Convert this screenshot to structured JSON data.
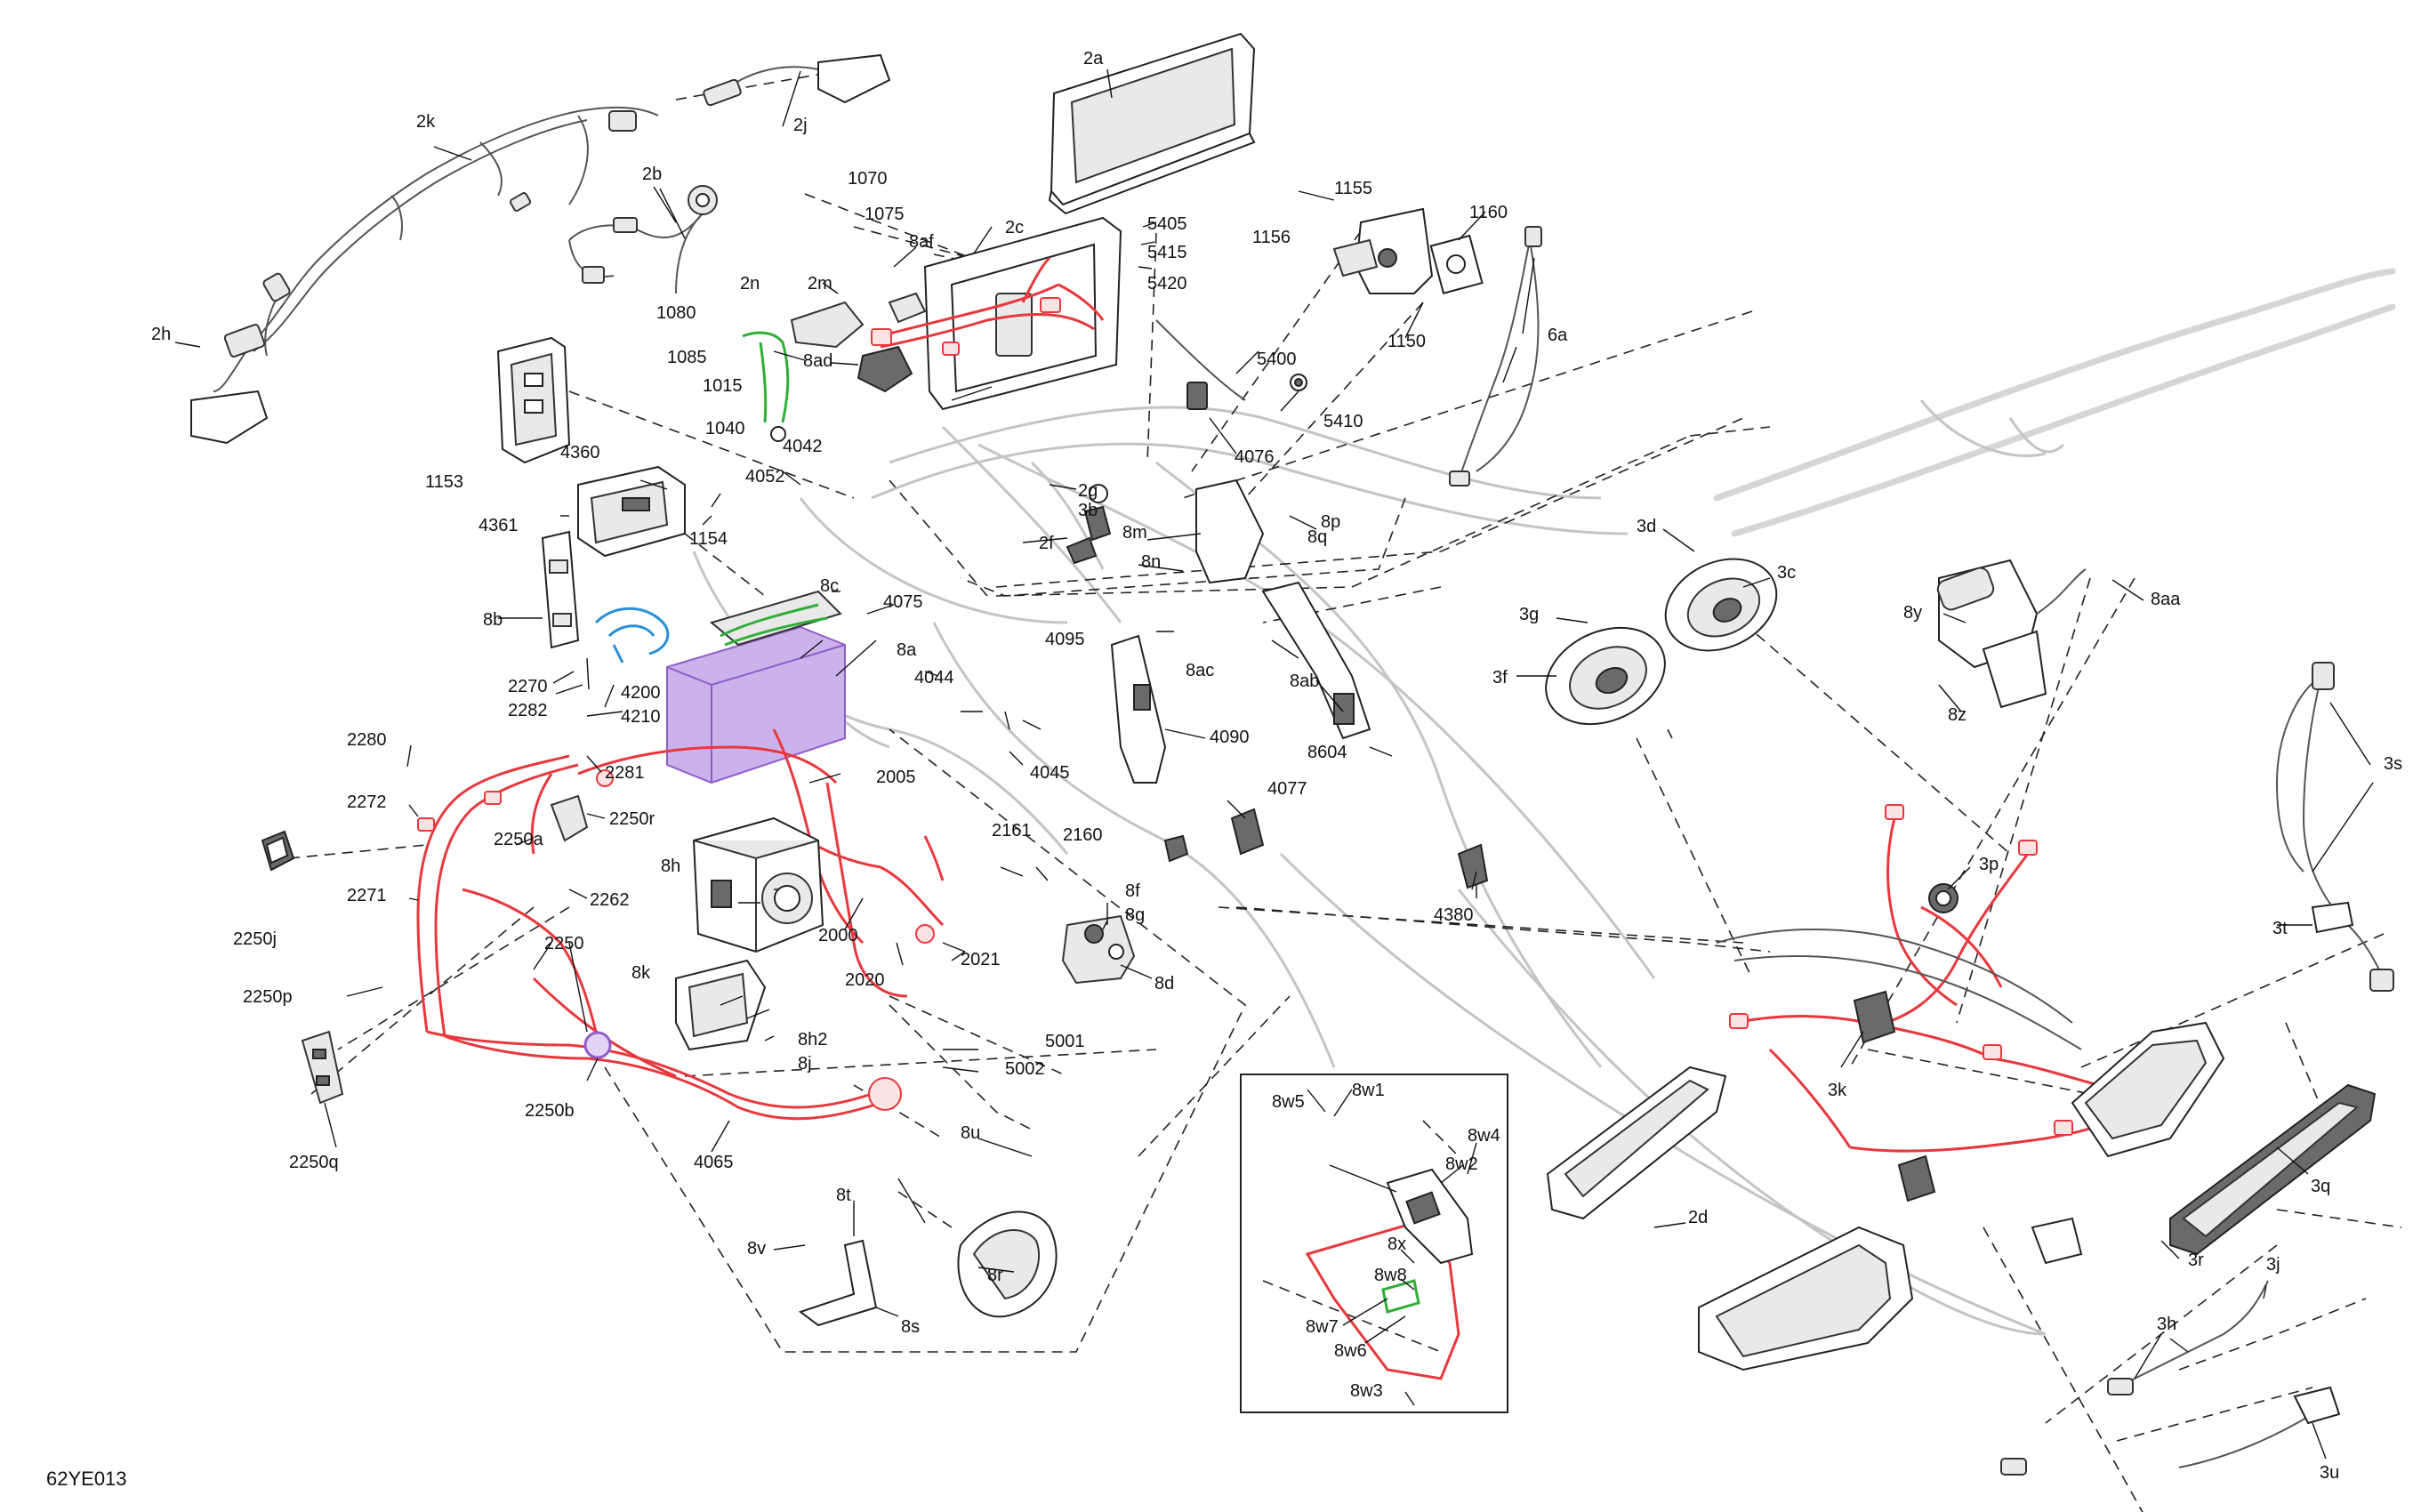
{
  "diagram": {
    "code": "62YE013",
    "labels": [
      {
        "id": "2a",
        "text": "2a"
      },
      {
        "id": "2k",
        "text": "2k"
      },
      {
        "id": "2j",
        "text": "2j"
      },
      {
        "id": "2b",
        "text": "2b"
      },
      {
        "id": "2h",
        "text": "2h"
      },
      {
        "id": "2n",
        "text": "2n"
      },
      {
        "id": "2m",
        "text": "2m"
      },
      {
        "id": "1070",
        "text": "1070"
      },
      {
        "id": "1075",
        "text": "1075"
      },
      {
        "id": "2c",
        "text": "2c"
      },
      {
        "id": "8af",
        "text": "8af"
      },
      {
        "id": "1080",
        "text": "1080"
      },
      {
        "id": "1085",
        "text": "1085"
      },
      {
        "id": "1015",
        "text": "1015"
      },
      {
        "id": "8ad",
        "text": "8ad"
      },
      {
        "id": "1040",
        "text": "1040"
      },
      {
        "id": "4042",
        "text": "4042"
      },
      {
        "id": "1153",
        "text": "1153"
      },
      {
        "id": "4360",
        "text": "4360"
      },
      {
        "id": "4052",
        "text": "4052"
      },
      {
        "id": "4361",
        "text": "4361"
      },
      {
        "id": "1154",
        "text": "1154"
      },
      {
        "id": "8b",
        "text": "8b"
      },
      {
        "id": "8c",
        "text": "8c"
      },
      {
        "id": "4075",
        "text": "4075"
      },
      {
        "id": "8a",
        "text": "8a"
      },
      {
        "id": "4200",
        "text": "4200"
      },
      {
        "id": "4210",
        "text": "4210"
      },
      {
        "id": "2270",
        "text": "2270"
      },
      {
        "id": "2282",
        "text": "2282"
      },
      {
        "id": "2280",
        "text": "2280"
      },
      {
        "id": "2281",
        "text": "2281"
      },
      {
        "id": "2272",
        "text": "2272"
      },
      {
        "id": "2250r",
        "text": "2250r"
      },
      {
        "id": "2250a",
        "text": "2250a"
      },
      {
        "id": "2250j",
        "text": "2250j"
      },
      {
        "id": "2271",
        "text": "2271"
      },
      {
        "id": "2262",
        "text": "2262"
      },
      {
        "id": "2250",
        "text": "2250"
      },
      {
        "id": "2250p",
        "text": "2250p"
      },
      {
        "id": "2250b",
        "text": "2250b"
      },
      {
        "id": "2250q",
        "text": "2250q"
      },
      {
        "id": "4065",
        "text": "4065"
      },
      {
        "id": "8h",
        "text": "8h"
      },
      {
        "id": "8k",
        "text": "8k"
      },
      {
        "id": "8h2",
        "text": "8h2"
      },
      {
        "id": "8j",
        "text": "8j"
      },
      {
        "id": "2005",
        "text": "2005"
      },
      {
        "id": "2000",
        "text": "2000"
      },
      {
        "id": "2020",
        "text": "2020"
      },
      {
        "id": "2021",
        "text": "2021"
      },
      {
        "id": "2161",
        "text": "2161"
      },
      {
        "id": "2160",
        "text": "2160"
      },
      {
        "id": "8f",
        "text": "8f"
      },
      {
        "id": "8g",
        "text": "8g"
      },
      {
        "id": "8d",
        "text": "8d"
      },
      {
        "id": "5001",
        "text": "5001"
      },
      {
        "id": "5002",
        "text": "5002"
      },
      {
        "id": "8u",
        "text": "8u"
      },
      {
        "id": "8t",
        "text": "8t"
      },
      {
        "id": "8v",
        "text": "8v"
      },
      {
        "id": "8r",
        "text": "8r"
      },
      {
        "id": "8s",
        "text": "8s"
      },
      {
        "id": "4044",
        "text": "4044"
      },
      {
        "id": "4045",
        "text": "4045"
      },
      {
        "id": "4095",
        "text": "4095"
      },
      {
        "id": "4090",
        "text": "4090"
      },
      {
        "id": "4077",
        "text": "4077"
      },
      {
        "id": "2g",
        "text": "2g"
      },
      {
        "id": "3b",
        "text": "3b"
      },
      {
        "id": "2f",
        "text": "2f"
      },
      {
        "id": "8m",
        "text": "8m"
      },
      {
        "id": "8n",
        "text": "8n"
      },
      {
        "id": "8p",
        "text": "8p"
      },
      {
        "id": "8q",
        "text": "8q"
      },
      {
        "id": "8ac",
        "text": "8ac"
      },
      {
        "id": "8ab",
        "text": "8ab"
      },
      {
        "id": "8604",
        "text": "8604"
      },
      {
        "id": "5405",
        "text": "5405"
      },
      {
        "id": "5415",
        "text": "5415"
      },
      {
        "id": "5420",
        "text": "5420"
      },
      {
        "id": "5400",
        "text": "5400"
      },
      {
        "id": "5410",
        "text": "5410"
      },
      {
        "id": "4076",
        "text": "4076"
      },
      {
        "id": "1155",
        "text": "1155"
      },
      {
        "id": "1156",
        "text": "1156"
      },
      {
        "id": "1160",
        "text": "1160"
      },
      {
        "id": "1150",
        "text": "1150"
      },
      {
        "id": "6a",
        "text": "6a"
      },
      {
        "id": "4380",
        "text": "4380"
      },
      {
        "id": "3d",
        "text": "3d"
      },
      {
        "id": "3c",
        "text": "3c"
      },
      {
        "id": "3g",
        "text": "3g"
      },
      {
        "id": "3f",
        "text": "3f"
      },
      {
        "id": "8y",
        "text": "8y"
      },
      {
        "id": "8aa",
        "text": "8aa"
      },
      {
        "id": "8z",
        "text": "8z"
      },
      {
        "id": "3s",
        "text": "3s"
      },
      {
        "id": "3t",
        "text": "3t"
      },
      {
        "id": "3p",
        "text": "3p"
      },
      {
        "id": "3k",
        "text": "3k"
      },
      {
        "id": "3q",
        "text": "3q"
      },
      {
        "id": "3r",
        "text": "3r"
      },
      {
        "id": "3j",
        "text": "3j"
      },
      {
        "id": "3h",
        "text": "3h"
      },
      {
        "id": "3u",
        "text": "3u"
      },
      {
        "id": "2d",
        "text": "2d"
      },
      {
        "id": "8w5",
        "text": "8w5"
      },
      {
        "id": "8w1",
        "text": "8w1"
      },
      {
        "id": "8w4",
        "text": "8w4"
      },
      {
        "id": "8w2",
        "text": "8w2"
      },
      {
        "id": "8x",
        "text": "8x"
      },
      {
        "id": "8w8",
        "text": "8w8"
      },
      {
        "id": "8w7",
        "text": "8w7"
      },
      {
        "id": "8w6",
        "text": "8w6"
      },
      {
        "id": "8w3",
        "text": "8w3"
      }
    ]
  }
}
